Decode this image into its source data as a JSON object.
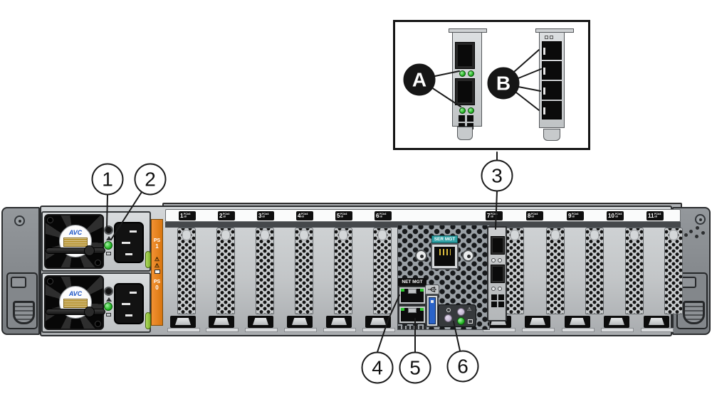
{
  "diagram": {
    "inset_callouts": [
      {
        "id": "A"
      },
      {
        "id": "B"
      }
    ],
    "callouts": [
      {
        "id": "1"
      },
      {
        "id": "2"
      },
      {
        "id": "3"
      },
      {
        "id": "4"
      },
      {
        "id": "5"
      },
      {
        "id": "6"
      }
    ],
    "slots": [
      {
        "num": "1",
        "bus": "PCIe3",
        "lanes": "x8"
      },
      {
        "num": "2",
        "bus": "PCIe3",
        "lanes": "x8"
      },
      {
        "num": "3",
        "bus": "PCIe3",
        "lanes": "x8"
      },
      {
        "num": "4",
        "bus": "PCIe3",
        "lanes": "x8"
      },
      {
        "num": "5",
        "bus": "PCIe3",
        "lanes": "x8"
      },
      {
        "num": "6",
        "bus": "PCIe3",
        "lanes": "x8"
      },
      {
        "num": "7",
        "bus": "PCIe3",
        "lanes": "x8"
      },
      {
        "num": "8",
        "bus": "PCIe3",
        "lanes": "x8"
      },
      {
        "num": "9",
        "bus": "PCIe3",
        "lanes": "x8"
      },
      {
        "num": "10",
        "bus": "PCIe3",
        "lanes": "x8"
      },
      {
        "num": "11",
        "bus": "PCIe3",
        "lanes": "x8"
      }
    ],
    "io": {
      "ser_mgt": "SER MGT",
      "net_mgt": "NET MGT"
    },
    "psu": {
      "ps_label": "PS",
      "ps_top_num": "1",
      "ps_bottom_num": "0",
      "fan_brand": "AVC"
    },
    "icons": {
      "warning": "⚠"
    },
    "colors": {
      "orange": "#e8851d",
      "teal_label": "#2fa0a4",
      "status_green": "#27b827",
      "latch_green": "#9cc83e",
      "usb_blue": "#2a63c8",
      "label_black": "#0e0e0e"
    }
  }
}
